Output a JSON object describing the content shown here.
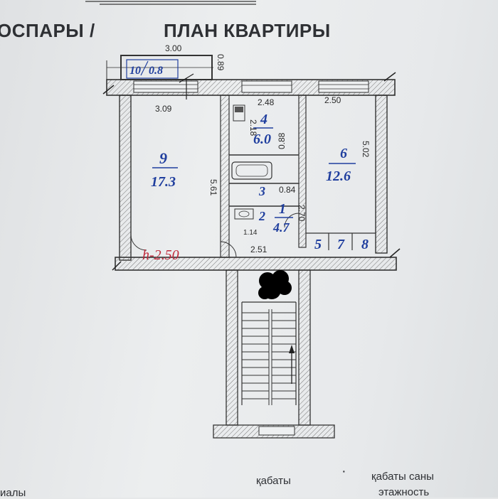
{
  "header": {
    "title_kz": "ОСПАРЫ /",
    "title_ru": "ПЛАН КВАРТИРЫ"
  },
  "dimensions": {
    "top_width": "3.00",
    "top_side": "0.89",
    "room9_width": "3.09",
    "room9_height": "5.61",
    "room4_width": "2.48",
    "room4_side": "2.18",
    "bath_side": "0.88",
    "room3_side": "0.84",
    "room6_width": "2.50",
    "room6_height": "5.02",
    "room1_side": "2.70",
    "room1_small": "1.14",
    "corridor_width": "2.51"
  },
  "rooms": {
    "balcony_number": "10",
    "balcony_area": "0.8",
    "room9_number": "9",
    "room9_area": "17.3",
    "room4_number": "4",
    "room4_area": "6.0",
    "room6_number": "6",
    "room6_area": "12.6",
    "room3_number": "3",
    "room2_number": "2",
    "room1_number": "1",
    "room1_area": "4.7",
    "room5_number": "5",
    "room7_number": "7",
    "room8_number": "8"
  },
  "ceiling_height": "h-2.50",
  "footer": {
    "floor_kz": "қабаты",
    "floors_kz": "қабаты саны",
    "floors_ru": "этажность",
    "left_label": "иалы"
  },
  "colors": {
    "ink_blue": "#1f3e9e",
    "ink_red": "#c0283a",
    "lines": "#3a3a3a"
  }
}
